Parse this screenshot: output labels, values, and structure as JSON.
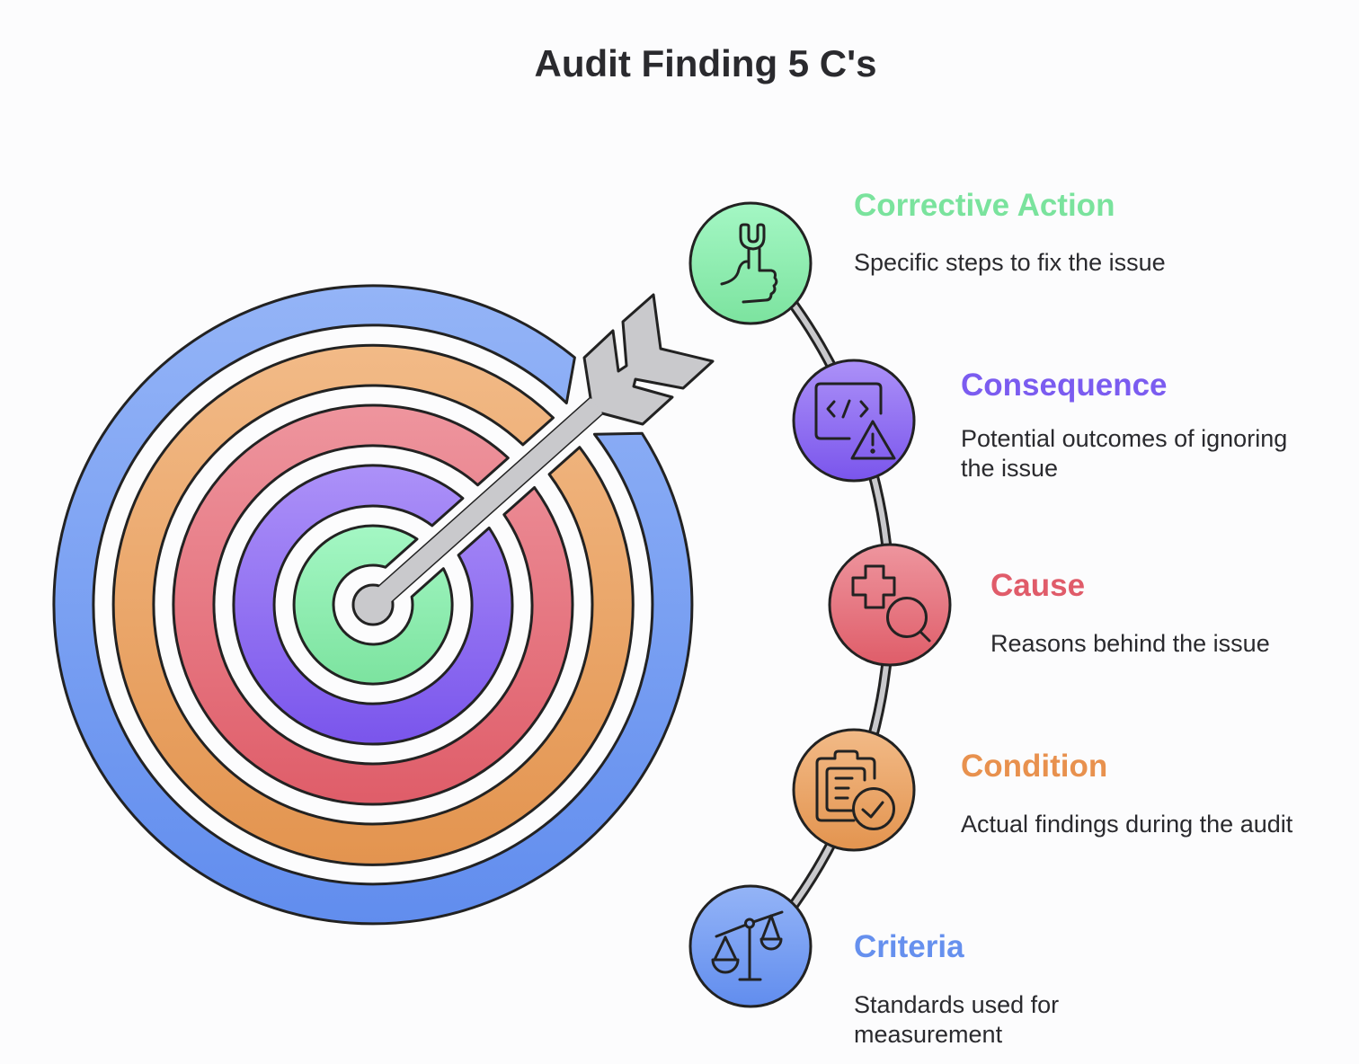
{
  "title": "Audit Finding 5 C's",
  "items": [
    {
      "key": "corrective-action",
      "title": "Corrective Action",
      "description": "Specific steps to fix the issue",
      "icon": "wrench-thumbs-up-icon",
      "accent": "#7ae39d",
      "gradient": {
        "light": "#a4f7c4",
        "dark": "#7ce39f"
      }
    },
    {
      "key": "consequence",
      "title": "Consequence",
      "description": "Potential outcomes of ignoring the issue",
      "icon": "code-warning-icon",
      "accent": "#7b5cf0",
      "gradient": {
        "light": "#ac91f8",
        "dark": "#7a55ec"
      }
    },
    {
      "key": "cause",
      "title": "Cause",
      "description": "Reasons behind the issue",
      "icon": "medical-cross-magnifier-icon",
      "accent": "#e05c6a",
      "gradient": {
        "light": "#ee959e",
        "dark": "#df5d69"
      }
    },
    {
      "key": "condition",
      "title": "Condition",
      "description": "Actual findings during the audit",
      "icon": "clipboard-check-icon",
      "accent": "#e8914e",
      "gradient": {
        "light": "#f2ba87",
        "dark": "#e3944f"
      }
    },
    {
      "key": "criteria",
      "title": "Criteria",
      "description": "Standards used for measurement",
      "icon": "balance-scale-icon",
      "accent": "#6690ee",
      "gradient": {
        "light": "#94b4f7",
        "dark": "#618dee"
      }
    }
  ],
  "target": {
    "icon": "target-with-arrow-icon",
    "rings_outer_to_inner": [
      "Criteria",
      "Condition",
      "Cause",
      "Consequence",
      "Corrective Action"
    ]
  },
  "colors": {
    "arrow": "#c9c9cc",
    "outline": "#222222",
    "background": "#fcfcfd"
  }
}
